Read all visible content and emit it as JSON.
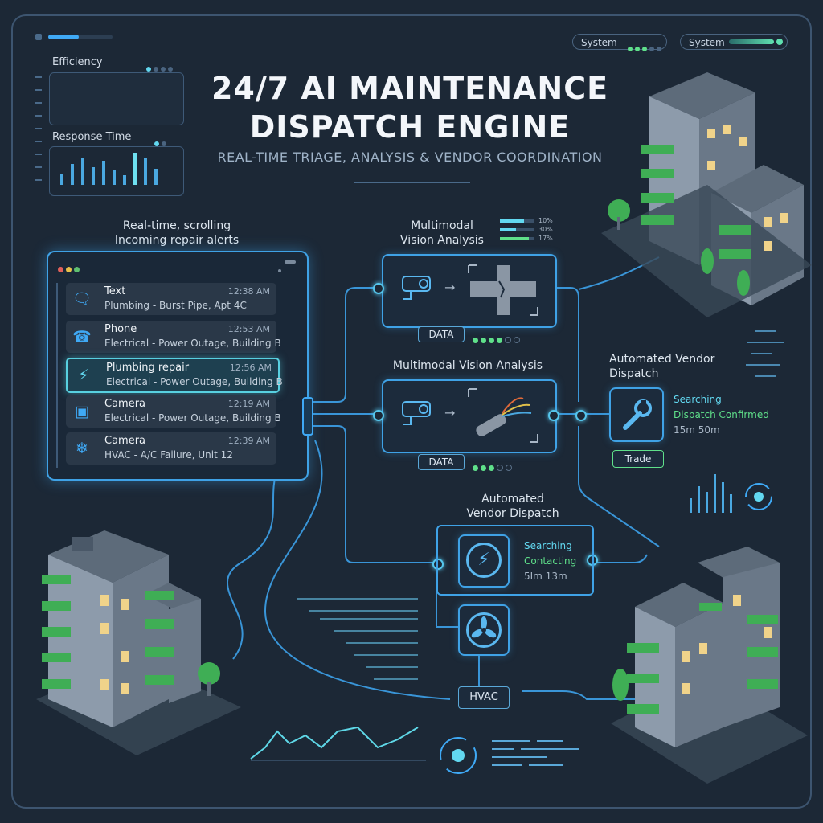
{
  "header": {
    "title_line1": "24/7 AI MAINTENANCE",
    "title_line2": "DISPATCH ENGINE",
    "subtitle": "REAL-TIME TRIAGE, ANALYSIS & VENDOR COORDINATION"
  },
  "top_status": {
    "pill1": "System",
    "pill2": "System"
  },
  "metrics": {
    "efficiency_label": "Efficiency",
    "response_label": "Response Time"
  },
  "alerts": {
    "heading_line1": "Real-time, scrolling",
    "heading_line2": "Incoming repair alerts",
    "items": [
      {
        "type": "Text",
        "time": "12:38 AM",
        "desc": "Plumbing - Burst Pipe, Apt 4C",
        "icon": "chat-icon"
      },
      {
        "type": "Phone",
        "time": "12:53 AM",
        "desc": "Electrical - Power Outage, Building B",
        "icon": "phone-icon"
      },
      {
        "type": "Plumbing repair",
        "time": "12:56 AM",
        "desc": "Electrical - Power Outage, Building B",
        "icon": "lightning-icon"
      },
      {
        "type": "Camera",
        "time": "12:19 AM",
        "desc": "Electrical - Power Outage, Building B",
        "icon": "camera-icon"
      },
      {
        "type": "Camera",
        "time": "12:39 AM",
        "desc": "HVAC - A/C Failure, Unit 12",
        "icon": "snowflake-icon"
      }
    ]
  },
  "vision1": {
    "heading_line1": "Multimodal",
    "heading_line2": "Vision Analysis",
    "pct1": "10%",
    "pct2": "30%",
    "pct3": "17%",
    "tag": "DATA"
  },
  "vision2": {
    "heading": "Multimodal Vision Analysis",
    "tag": "DATA"
  },
  "vendor_right": {
    "heading_line1": "Automated Vendor",
    "heading_line2": "Dispatch",
    "status1": "Searching",
    "status2": "Dispatch Confirmed",
    "eta": "15m 50m",
    "tag": "Trade"
  },
  "vendor_center": {
    "heading_line1": "Automated",
    "heading_line2": "Vendor Dispatch",
    "status1": "Searching",
    "status2": "Contacting",
    "eta": "5Im 13m",
    "tag": "HVAC"
  },
  "colors": {
    "accent": "#3fa2e6",
    "cyan": "#62d8f0",
    "green": "#5fe08a",
    "background": "#1c2836"
  }
}
